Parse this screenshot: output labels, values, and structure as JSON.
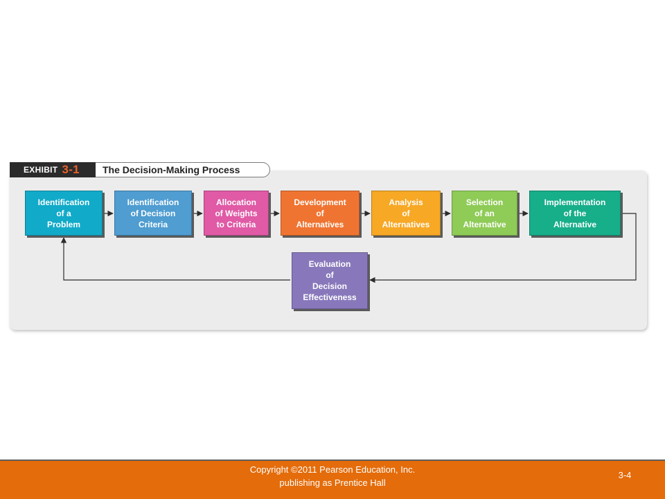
{
  "exhibit": {
    "label_word": "EXHIBIT",
    "label_number": "3-1",
    "title": "The Decision-Making Process"
  },
  "steps": [
    {
      "label": "Identification\nof a\nProblem",
      "color": "#12aac9"
    },
    {
      "label": "Identification\nof Decision\nCriteria",
      "color": "#4f9dd1"
    },
    {
      "label": "Allocation\nof Weights\nto Criteria",
      "color": "#e05aa6"
    },
    {
      "label": "Development\nof\nAlternatives",
      "color": "#f07431"
    },
    {
      "label": "Analysis\nof\nAlternatives",
      "color": "#f7a825"
    },
    {
      "label": "Selection\nof an\nAlternative",
      "color": "#8fcb57"
    },
    {
      "label": "Implementation\nof the\nAlternative",
      "color": "#17ae8a"
    },
    {
      "label": "Evaluation\nof\nDecision\nEffectiveness",
      "color": "#8878bb"
    }
  ],
  "footer": {
    "copyright_line1": "Copyright ©2011 Pearson Education, Inc.",
    "copyright_line2": "publishing as Prentice Hall",
    "slide_number": "3-4",
    "color": "#e46c0a"
  }
}
